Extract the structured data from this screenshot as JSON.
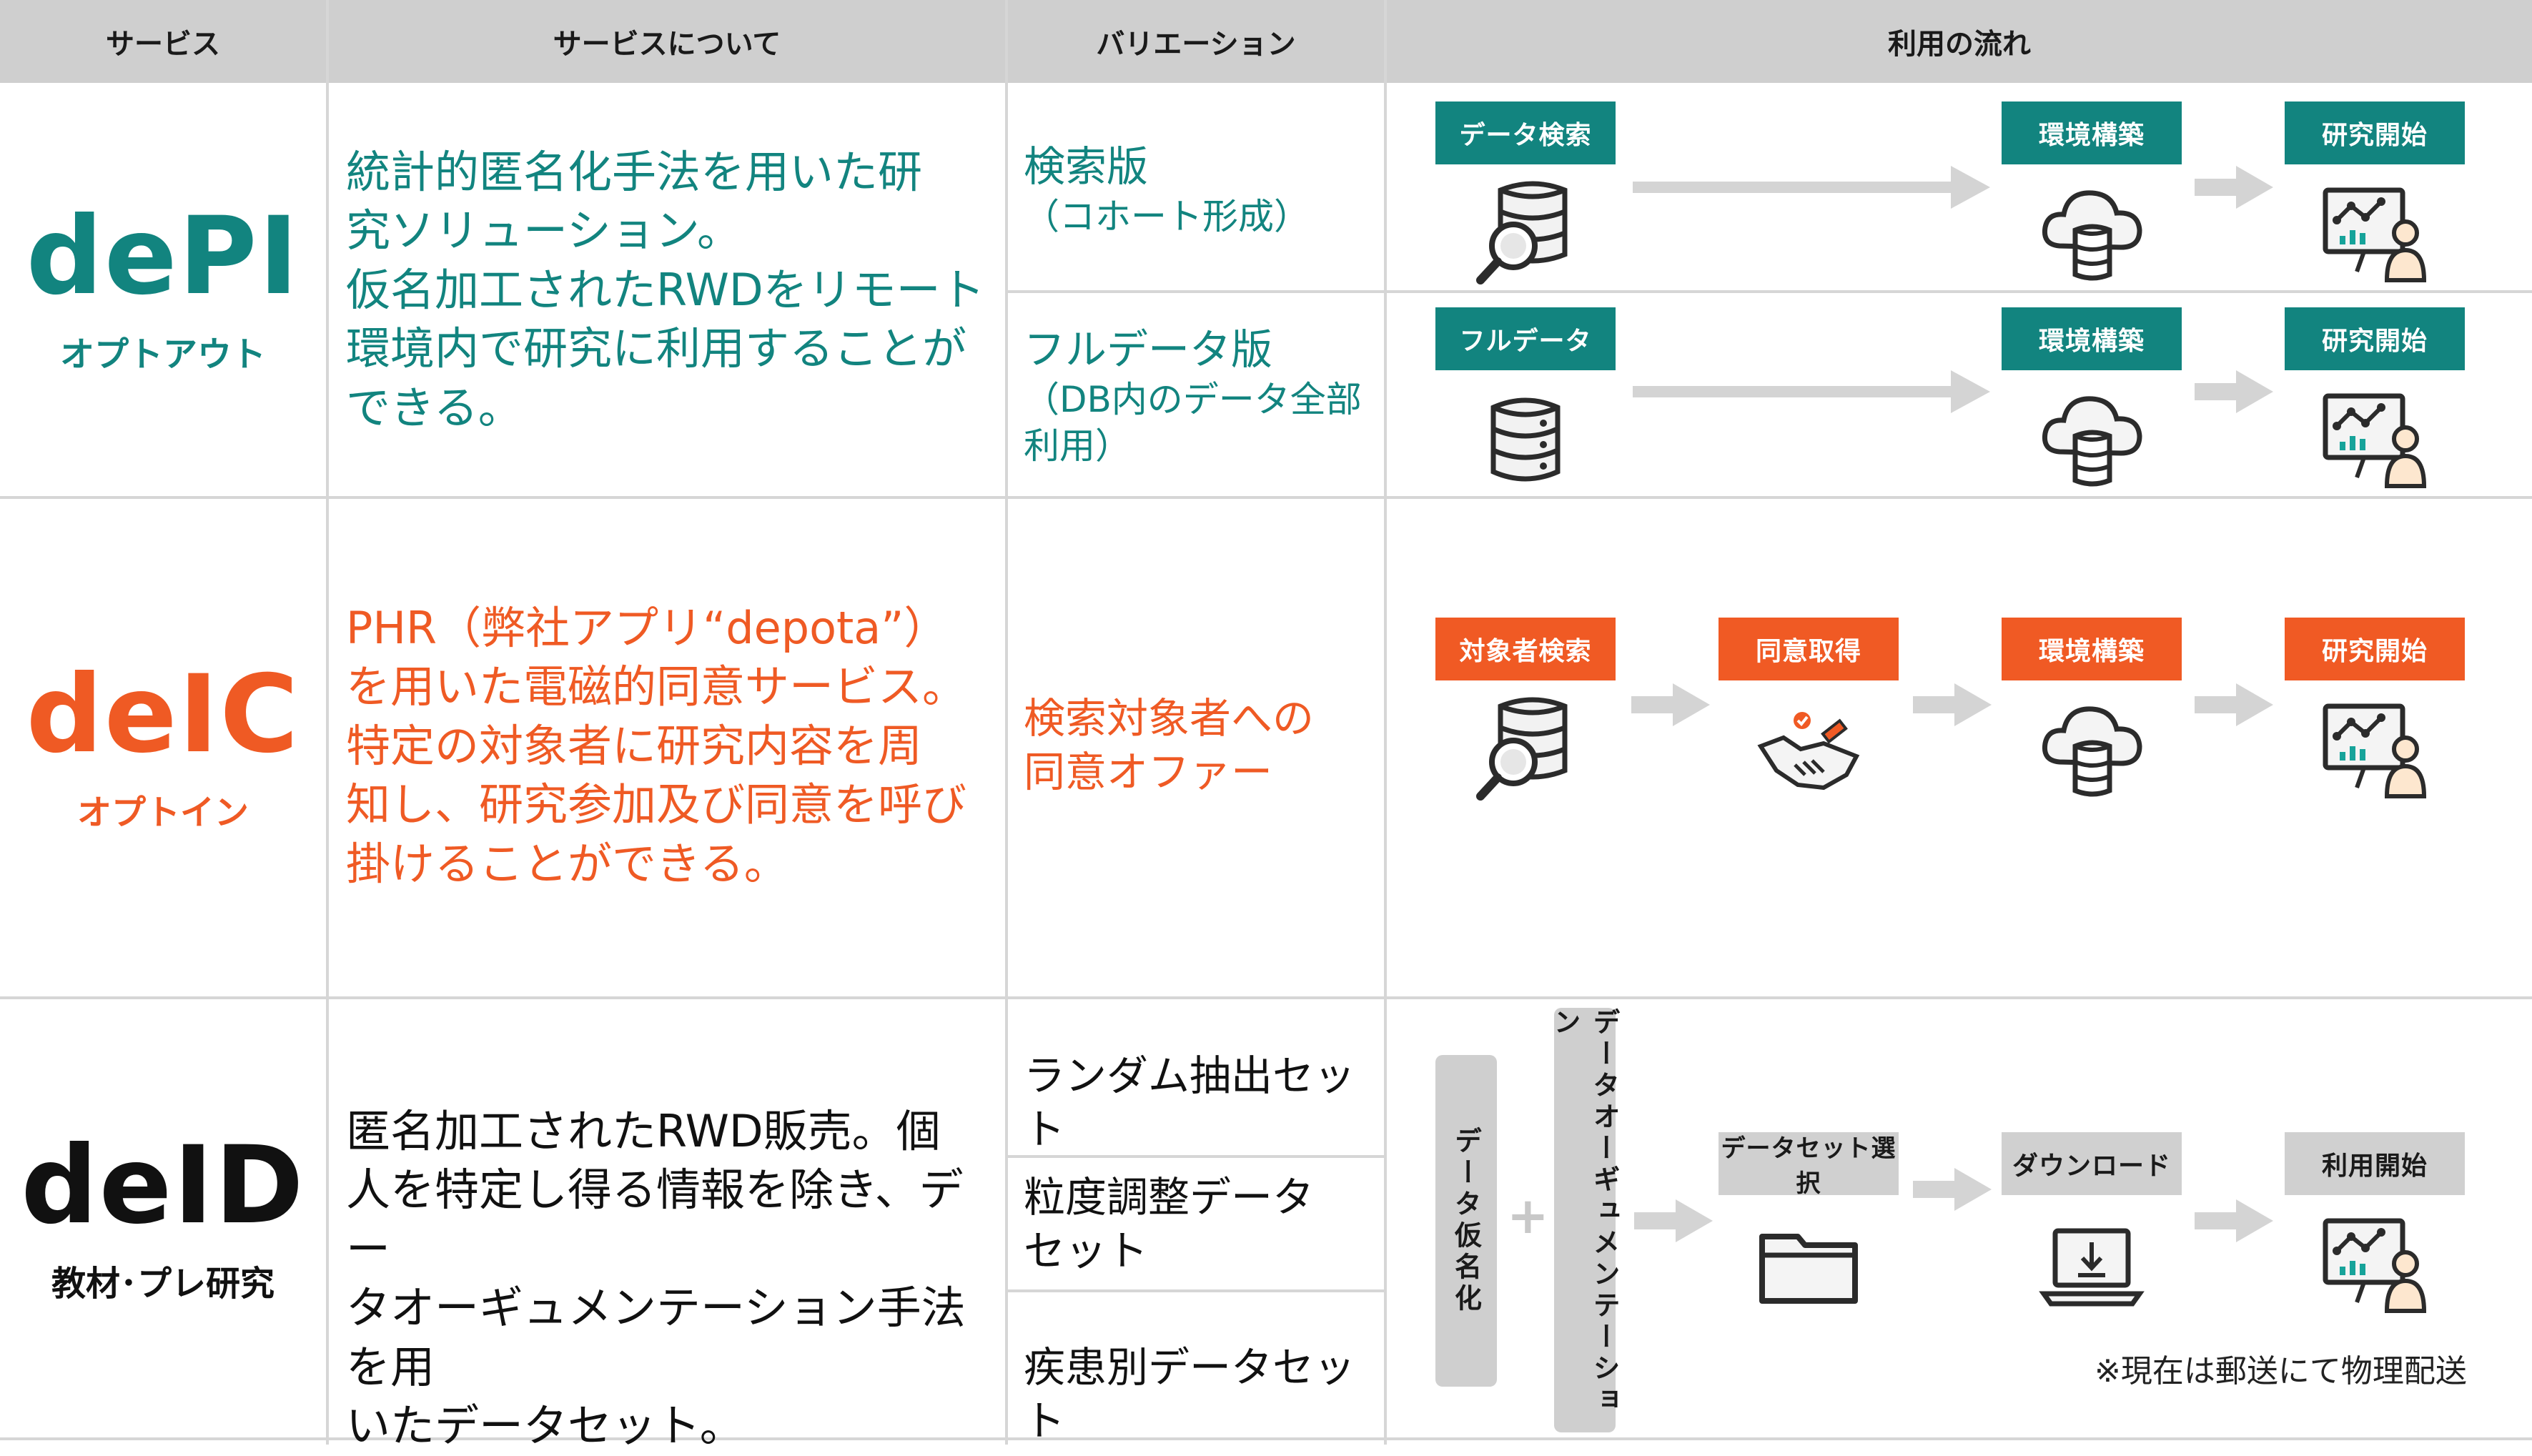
{
  "headers": [
    "サービス",
    "サービスについて",
    "バリエーション",
    "利用の流れ"
  ],
  "colors": {
    "teal": "#12847f",
    "orange": "#ef5a24",
    "gray": "#cfcfcf"
  },
  "rows": [
    {
      "name": "dePI",
      "subtitle": "オプトアウト",
      "description": [
        "統計的匿名化手法を用いた研",
        "究ソリューション。",
        "仮名加工されたRWDをリモート",
        "環境内で研究に利用することが",
        "できる。"
      ],
      "variations": [
        {
          "title": "検索版",
          "detail": [
            "（コホート形成）"
          ],
          "flow": [
            {
              "label": "データ検索",
              "icon": "database-search-icon"
            },
            {
              "label": "環境構築",
              "icon": "cloud-database-icon"
            },
            {
              "label": "研究開始",
              "icon": "presentation-researcher-icon"
            }
          ]
        },
        {
          "title": "フルデータ版",
          "detail": [
            "（DB内のデータ全部",
            "利用）"
          ],
          "flow": [
            {
              "label": "フルデータ",
              "icon": "database-icon"
            },
            {
              "label": "環境構築",
              "icon": "cloud-database-icon"
            },
            {
              "label": "研究開始",
              "icon": "presentation-researcher-icon"
            }
          ]
        }
      ]
    },
    {
      "name": "deIC",
      "subtitle": "オプトイン",
      "description": [
        "PHR（弊社アプリ“depota”）",
        "を用いた電磁的同意サービス。",
        "特定の対象者に研究内容を周",
        "知し、研究参加及び同意を呼び",
        "掛けることができる。"
      ],
      "variations": [
        {
          "title": [
            "検索対象者への",
            "同意オファー"
          ],
          "flow": [
            {
              "label": "対象者検索",
              "icon": "database-search-icon"
            },
            {
              "label": "同意取得",
              "icon": "handshake-icon"
            },
            {
              "label": "環境構築",
              "icon": "cloud-database-icon"
            },
            {
              "label": "研究開始",
              "icon": "presentation-researcher-icon"
            }
          ]
        }
      ]
    },
    {
      "name": "deID",
      "subtitle": "教材･プレ研究",
      "description": [
        "匿名加工されたRWD販売。個",
        "人を特定し得る情報を除き、デー",
        "タオーギュメンテーション手法を用",
        "いたデータセット。"
      ],
      "variations": [
        {
          "title": "ランダム抽出セット"
        },
        {
          "title": [
            "粒度調整データ",
            "セット"
          ]
        },
        {
          "title": "疾患別データセット"
        }
      ],
      "pre_steps": [
        "データ仮名化",
        "データオーギュメンテーション"
      ],
      "plus": "+",
      "flow": [
        {
          "label": "データセット選択",
          "icon": "folder-icon"
        },
        {
          "label": "ダウンロード",
          "icon": "laptop-download-icon"
        },
        {
          "label": "利用開始",
          "icon": "presentation-researcher-icon"
        }
      ],
      "note": "※現在は郵送にて物理配送"
    }
  ]
}
